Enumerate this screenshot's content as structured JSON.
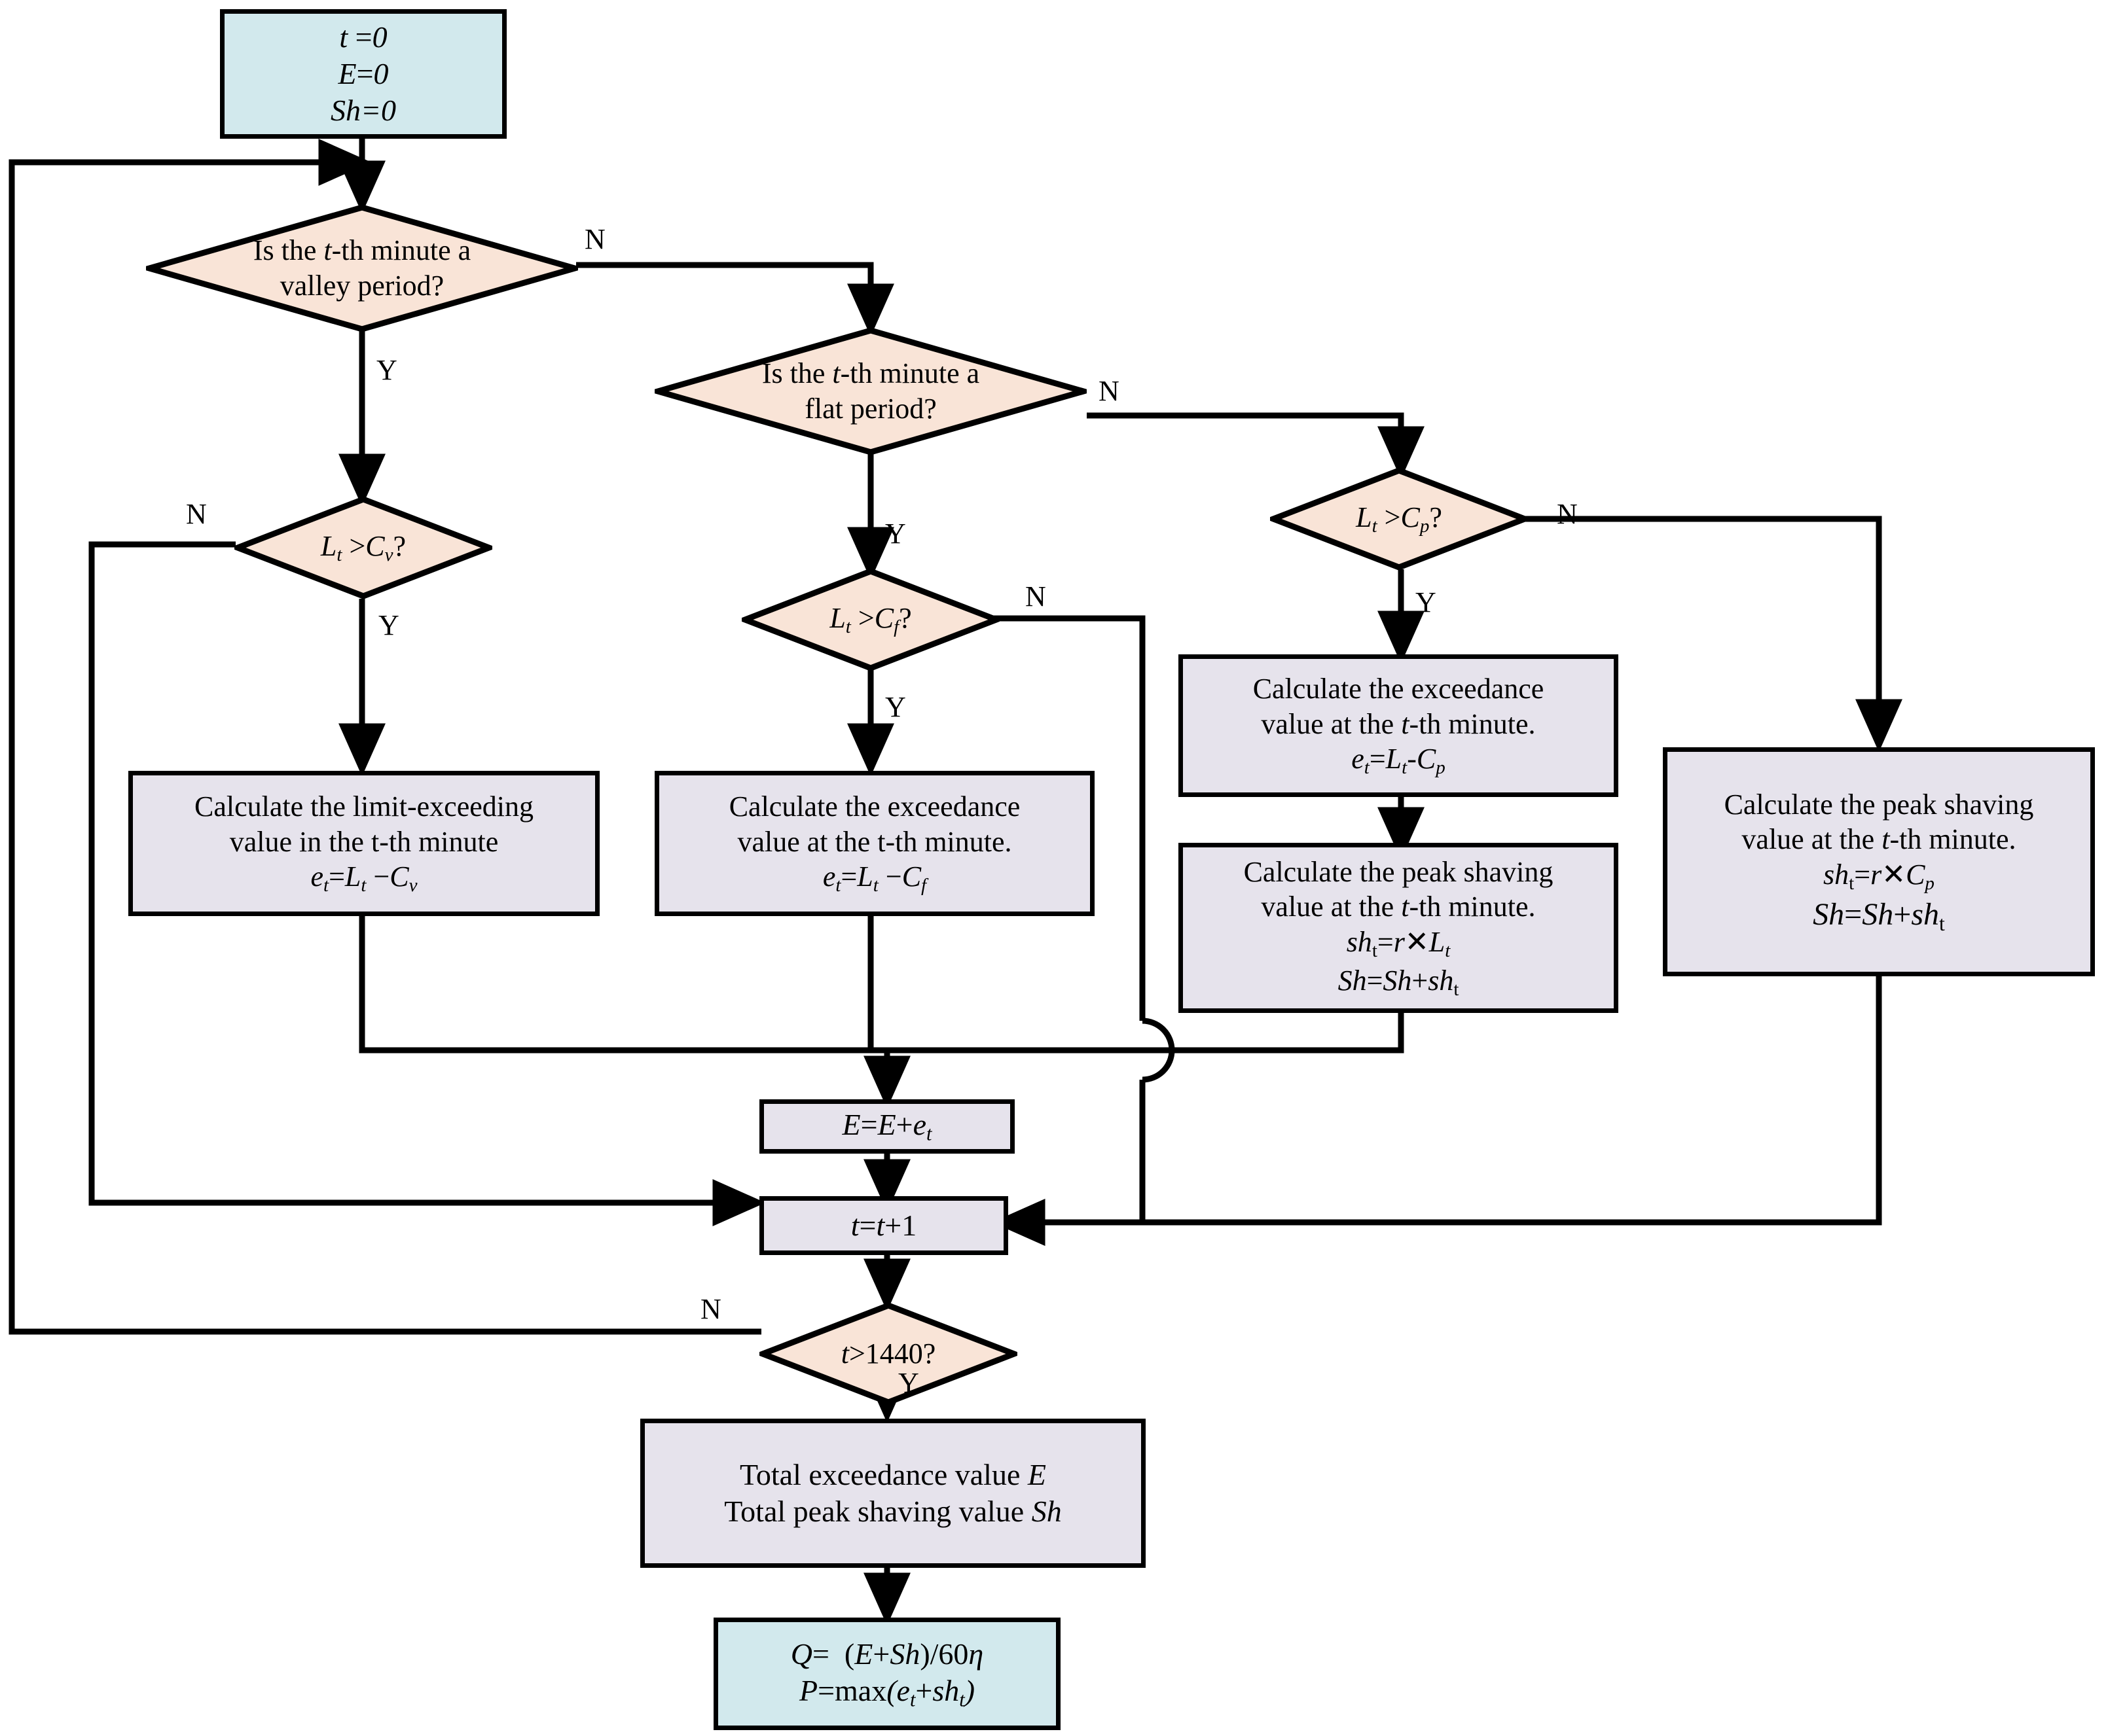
{
  "diagram": {
    "title": "Peak shaving and exceedance calculation flowchart",
    "colors": {
      "terminator_fill": "#d2e9ed",
      "process_fill": "#e6e3ec",
      "decision_fill": "#f9e4d7",
      "stroke": "#000000",
      "background": "#ffffff"
    }
  },
  "nodes": {
    "start": {
      "type": "terminator",
      "lines": [
        "t =0",
        "E=0",
        "Sh=0"
      ]
    },
    "d_valley": {
      "type": "decision",
      "lines": [
        "Is the t-th minute a",
        "valley period?"
      ]
    },
    "d_flat": {
      "type": "decision",
      "lines": [
        "Is the t-th minute a",
        "flat period?"
      ]
    },
    "d_lt_cv": {
      "type": "decision",
      "text": "Lt >Cv?"
    },
    "d_lt_cf": {
      "type": "decision",
      "text": "Lt >Cf?"
    },
    "d_lt_cp": {
      "type": "decision",
      "text": "Lt >Cp?"
    },
    "p_valley": {
      "type": "process",
      "lines": [
        "Calculate the limit-exceeding",
        "value in the t-th minute",
        "et=Lt −Cv"
      ]
    },
    "p_flat": {
      "type": "process",
      "lines": [
        "Calculate the exceedance",
        "value at the t-th minute.",
        "et=Lt −Cf"
      ]
    },
    "p_peak_e": {
      "type": "process",
      "lines": [
        "Calculate the exceedance",
        "value at the t-th minute.",
        "et=Lt-Cp"
      ]
    },
    "p_peak_sh": {
      "type": "process",
      "lines": [
        "Calculate the peak shaving",
        "value at the t-th minute.",
        "sht=r×Lt",
        "Sh=Sh+sht"
      ]
    },
    "p_peak_sh_right": {
      "type": "process",
      "lines": [
        "Calculate the peak shaving",
        "value at the t-th minute.",
        "sht=r×Cp",
        "Sh=Sh+sht"
      ]
    },
    "p_accum_e": {
      "type": "process",
      "text": "E=E+et"
    },
    "p_incr_t": {
      "type": "process",
      "text": "t=t+1"
    },
    "d_t1440": {
      "type": "decision",
      "text": "t>1440?"
    },
    "p_totals": {
      "type": "process",
      "lines": [
        "Total exceedance value E",
        "Total peak shaving value Sh"
      ]
    },
    "end": {
      "type": "terminator",
      "lines": [
        "Q=  (E+Sh)/60η",
        "P=max(et+sht)"
      ]
    }
  },
  "edge_labels": {
    "valley_no": "N",
    "valley_yes": "Y",
    "flat_no": "N",
    "flat_yes": "Y",
    "cv_no": "N",
    "cv_yes": "Y",
    "cf_no": "N",
    "cf_yes": "Y",
    "cp_no": "N",
    "cp_yes": "Y",
    "t1440_no": "N",
    "t1440_yes": "Y"
  }
}
